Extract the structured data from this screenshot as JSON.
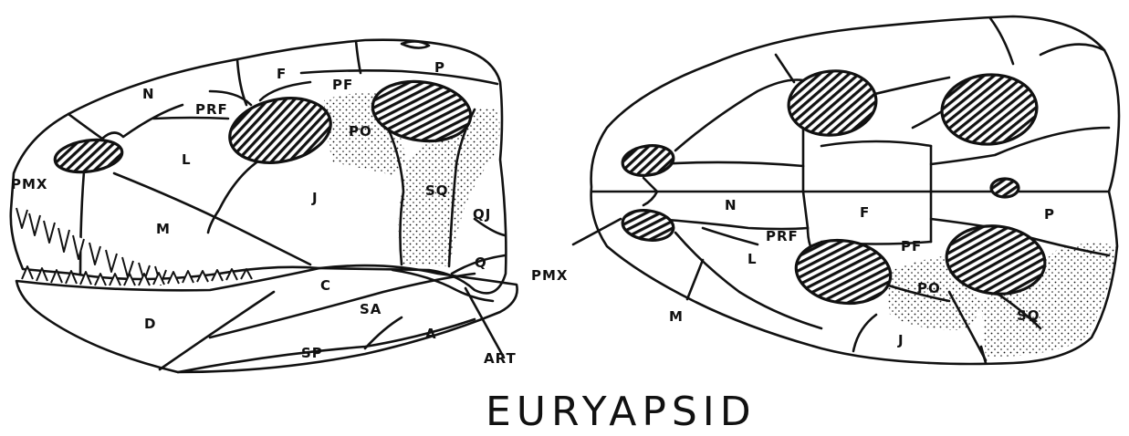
{
  "title": "EURYAPSID",
  "lateral_view": {
    "labels": {
      "pmx": "PMX",
      "n": "N",
      "prf": "PRF",
      "f": "F",
      "pf": "PF",
      "p": "P",
      "l": "L",
      "po": "PO",
      "j": "J",
      "m": "M",
      "sq": "SQ",
      "qj": "QJ",
      "q": "Q",
      "c": "C",
      "sa": "SA",
      "d": "D",
      "sp": "SP",
      "a": "A",
      "art": "ART"
    }
  },
  "dorsal_view": {
    "labels": {
      "n": "N",
      "f": "F",
      "p": "P",
      "prf": "PRF",
      "pf": "PF",
      "l": "L",
      "pmx": "PMX",
      "po": "PO",
      "m": "M",
      "j": "J",
      "sq": "SQ"
    }
  }
}
